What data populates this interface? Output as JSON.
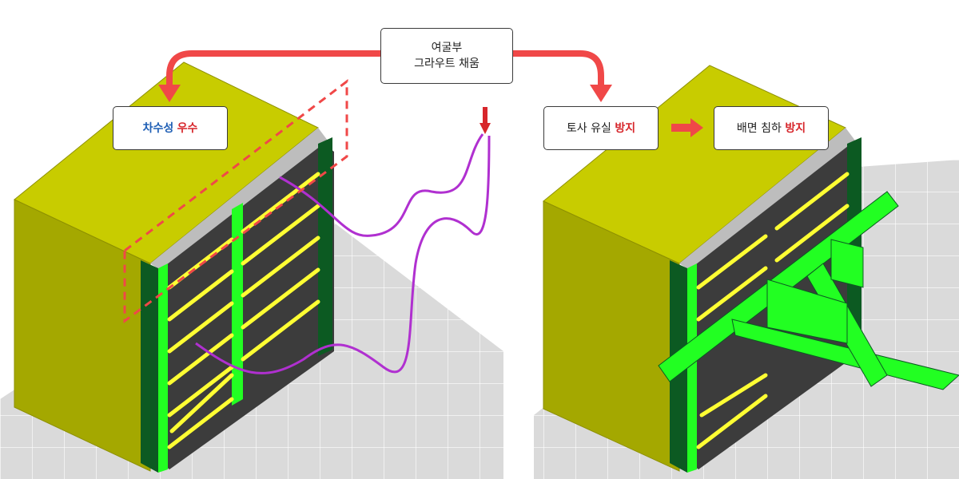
{
  "callouts": {
    "top": {
      "line1": "여굴부",
      "line2": "그라우트 채움"
    },
    "left": {
      "part1": "차수성",
      "part2": "우수"
    },
    "right_a": {
      "part1": "토사 유실",
      "part2": "방지"
    },
    "right_b": {
      "part1": "배면 침하",
      "part2": "방지"
    }
  },
  "colors": {
    "arrow": "#f04848",
    "rock": "#c8cc00",
    "rock_side": "#a4a800",
    "panel": "#3c3c3c",
    "waler": "#ffff33",
    "grout_pipe": "#b030d0",
    "strut": "#22ff22",
    "post": "#0c5a22",
    "floor": "#d9d9d9",
    "highlight": "#1f5fb5",
    "emphasis": "#d7262b"
  },
  "icons": [
    "grout-injection-arrow-icon",
    "flow-arrow-icon"
  ]
}
